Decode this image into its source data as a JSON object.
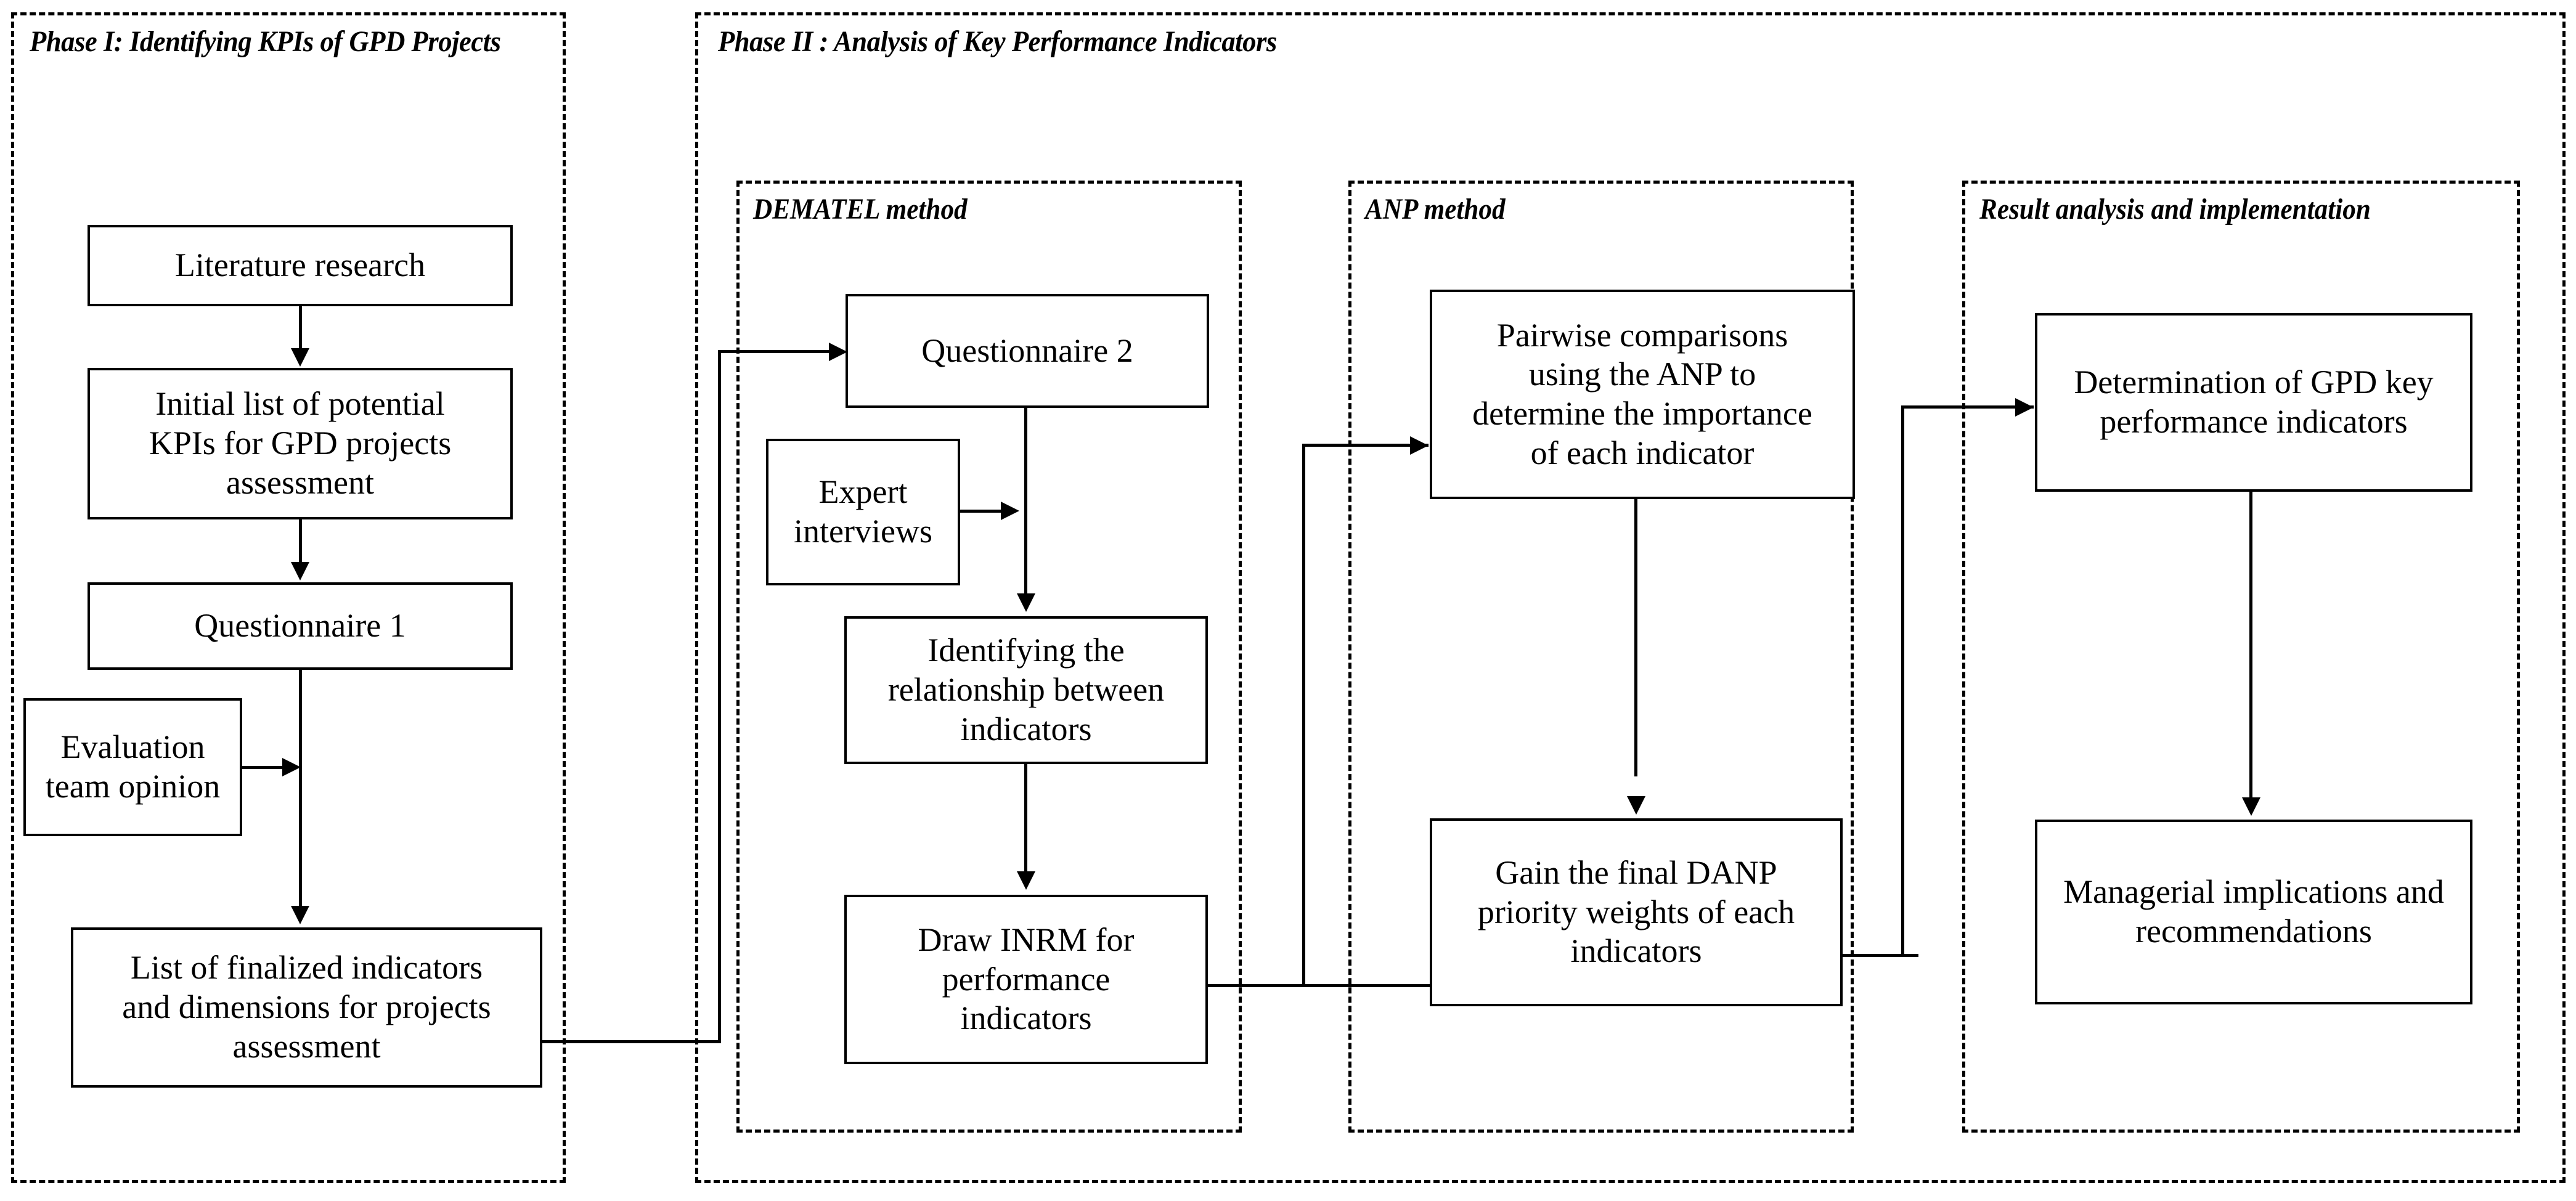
{
  "diagram": {
    "title": "Research framework flowchart for identifying and analysing GPD key performance indicators",
    "type": "flowchart",
    "orientation": "left-to-right",
    "line_color": "#000000",
    "background_color": "#ffffff"
  },
  "phases": {
    "phase1": {
      "title": "Phase I: Identifying KPIs of GPD Projects",
      "border_style": "dashed"
    },
    "phase2": {
      "title": "Phase II :  Analysis of Key Performance Indicators",
      "border_style": "dashed"
    }
  },
  "subgroups": {
    "dematel": {
      "title": "DEMATEL method",
      "border_style": "dashed"
    },
    "anp": {
      "title": "ANP method",
      "border_style": "dashed"
    },
    "result": {
      "title": "Result analysis and implementation",
      "border_style": "dashed"
    }
  },
  "nodes": {
    "literature_research": "Literature research",
    "initial_list": "Initial list of potential\nKPIs for GPD projects\nassessment",
    "questionnaire1": "Questionnaire 1",
    "evaluation_team": "Evaluation\nteam opinion",
    "finalized_list": "List of finalized  indicators\nand dimensions for projects\nassessment",
    "questionnaire2": "Questionnaire 2",
    "expert_interviews": "Expert\ninterviews",
    "identify_relationship": "Identifying the\nrelationship between\nindicators",
    "draw_inrm": "Draw INRM for\nperformance\nindicators",
    "pairwise_comparisons": "Pairwise comparisons\nusing the ANP to\ndetermine the importance\nof each indicator",
    "gain_danp": "Gain the final DANP\npriority weights of each\nindicators",
    "determination_kpi": "Determination of GPD key\nperformance indicators",
    "managerial_implications": "Managerial implications and\nrecommendations"
  },
  "edges": [
    {
      "from": "literature_research",
      "to": "initial_list",
      "style": "arrow-down"
    },
    {
      "from": "initial_list",
      "to": "questionnaire1",
      "style": "arrow-down"
    },
    {
      "from": "questionnaire1",
      "to": "finalized_list",
      "style": "arrow-down"
    },
    {
      "from": "evaluation_team",
      "to": "questionnaire1-to-finalized-trunk",
      "style": "arrow-right"
    },
    {
      "from": "finalized_list",
      "to": "questionnaire2",
      "style": "elbow-right-up-right-arrow"
    },
    {
      "from": "questionnaire2",
      "to": "identify_relationship",
      "style": "arrow-down"
    },
    {
      "from": "expert_interviews",
      "to": "questionnaire2-to-identify-trunk",
      "style": "arrow-right"
    },
    {
      "from": "identify_relationship",
      "to": "draw_inrm",
      "style": "arrow-down"
    },
    {
      "from": "draw_inrm",
      "to": "pairwise_comparisons",
      "style": "elbow-right-up-right-arrow"
    },
    {
      "from": "pairwise_comparisons",
      "to": "gain_danp",
      "style": "arrow-down"
    },
    {
      "from": "gain_danp",
      "to": "determination_kpi",
      "style": "elbow-right-up-right-arrow"
    },
    {
      "from": "determination_kpi",
      "to": "managerial_implications",
      "style": "arrow-down"
    }
  ]
}
